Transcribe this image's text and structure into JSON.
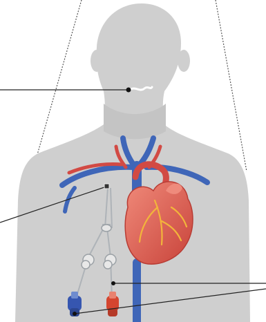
{
  "figure": {
    "subject": "medical-illustration",
    "regions": [
      {
        "name": "silhouette",
        "color": "#cfcfcf"
      },
      {
        "name": "heart",
        "color": "#e5655a"
      },
      {
        "name": "veins",
        "color": "#3f66b8"
      },
      {
        "name": "arteries",
        "color": "#d24a44"
      },
      {
        "name": "catheter",
        "color": "#d9d9d9"
      }
    ],
    "markers": [
      {
        "name": "neck-marker"
      },
      {
        "name": "insertion-marker"
      },
      {
        "name": "lumen-marker"
      }
    ],
    "hubs": [
      {
        "name": "blue-lumen-hub",
        "color": "#3656b0"
      },
      {
        "name": "red-lumen-hub",
        "color": "#d4452f"
      }
    ]
  }
}
